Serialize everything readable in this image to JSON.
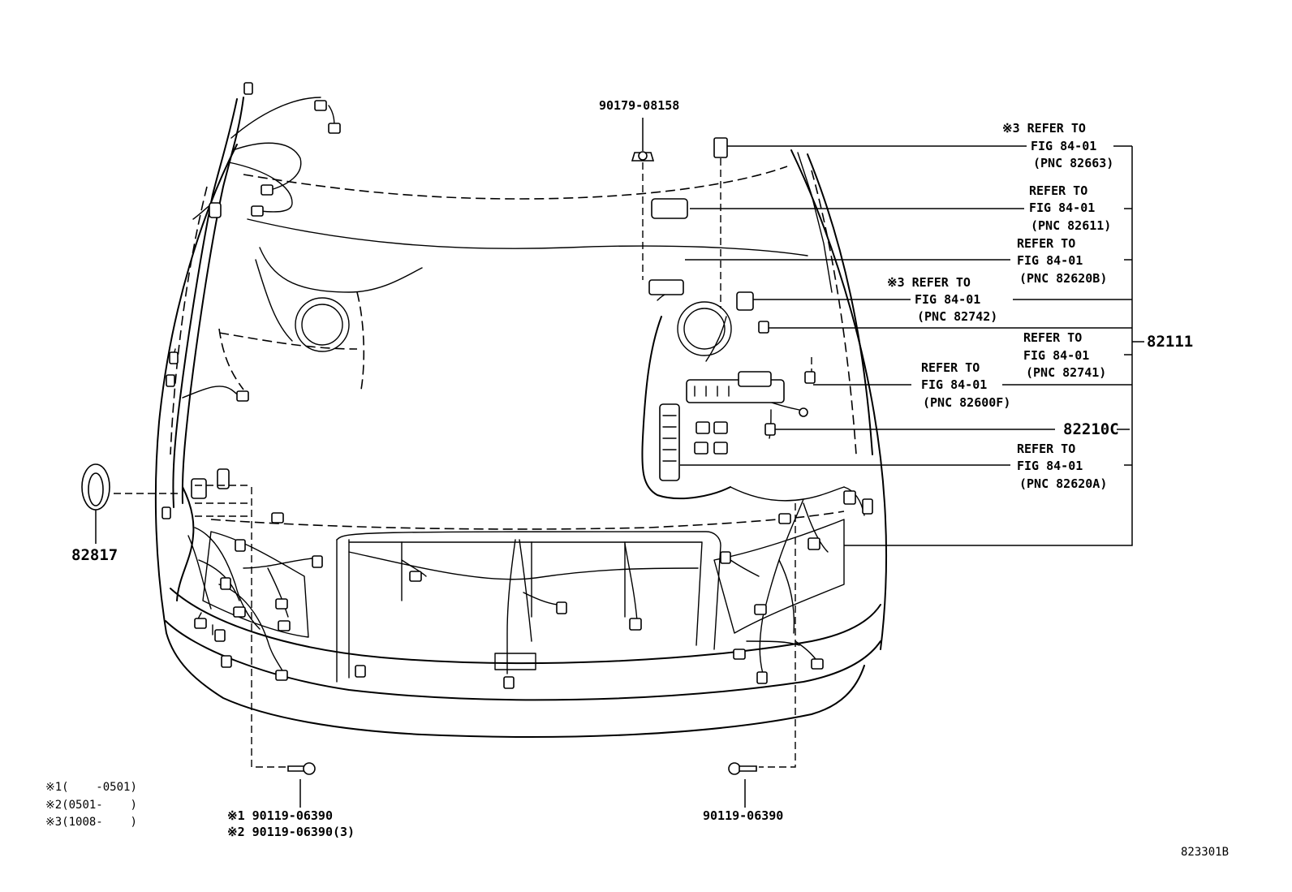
{
  "diagram": {
    "part_numbers": {
      "clip_top": "90179-08158",
      "main_wire": "82111",
      "relay_block": "82210C",
      "grommet": "82817",
      "bolt_right": "90119-06390",
      "bolt_left_1": "※1 90119-06390",
      "bolt_left_2": "※2 90119-06390(3)",
      "diagram_id": "823301B"
    },
    "refer_labels": [
      {
        "line1": "※3 REFER TO",
        "line2": "FIG 84-01",
        "line3": "(PNC 82663)"
      },
      {
        "line1": "REFER TO",
        "line2": "FIG 84-01",
        "line3": "(PNC 82611)"
      },
      {
        "line1": "REFER TO",
        "line2": "FIG 84-01",
        "line3": "(PNC 82620B)"
      },
      {
        "line1": "※3 REFER TO",
        "line2": "FIG 84-01",
        "line3": "(PNC 82742)"
      },
      {
        "line1": "REFER TO",
        "line2": "FIG 84-01",
        "line3": "(PNC 82741)"
      },
      {
        "line1": "REFER TO",
        "line2": "FIG 84-01",
        "line3": "(PNC 82600F)"
      },
      {
        "line1": "REFER TO",
        "line2": "FIG 84-01",
        "line3": "(PNC 82620A)"
      }
    ],
    "footnotes": [
      "※1(    -0501)",
      "※2(0501-    )",
      "※3(1008-    )"
    ]
  }
}
